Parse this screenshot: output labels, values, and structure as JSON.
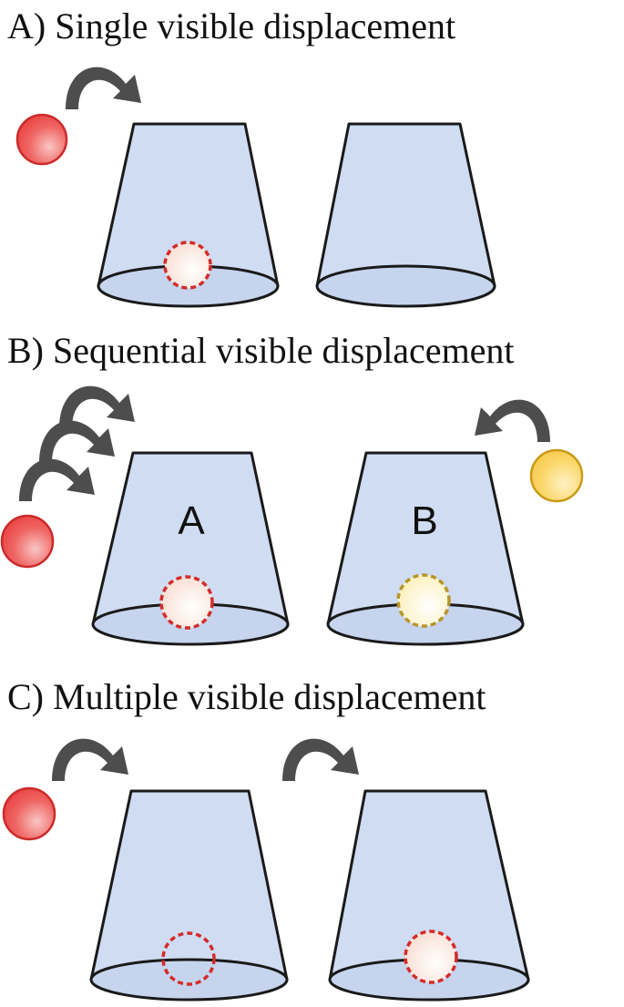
{
  "colors": {
    "cup_fill": "#cfdcf2",
    "cup_rim_fill": "#c6d4ee",
    "red_ball": "#e8403f",
    "red_ball_stroke": "#cc2a2a",
    "yellow_ball": "#f7c84b",
    "yellow_ball_stroke": "#c99a16",
    "hidden_red_stroke": "#d42b2b",
    "hidden_yellow_stroke": "#b8952a",
    "hidden_red_fill": "#fbe8de",
    "hidden_yellow_fill": "#fdf5cf",
    "arrow": "#4d4d4d"
  },
  "panels": [
    {
      "id": "A",
      "title": "A) Single visible displacement"
    },
    {
      "id": "B",
      "title": "B) Sequential visible displacement",
      "cup_labels": [
        "A",
        "B"
      ]
    },
    {
      "id": "C",
      "title": "C) Multiple visible displacement"
    }
  ]
}
